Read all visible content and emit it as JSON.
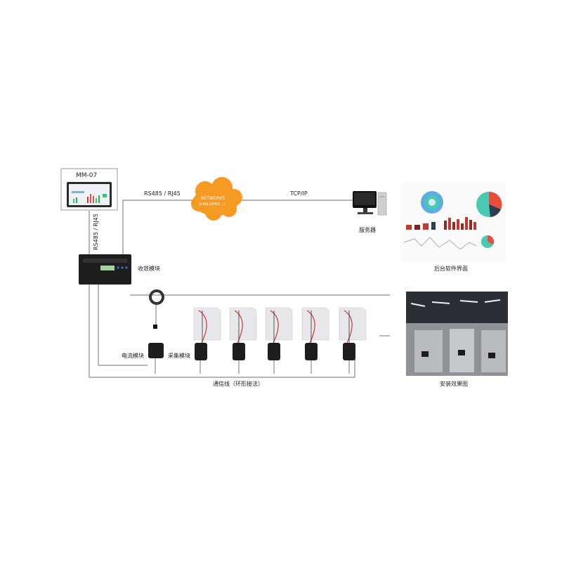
{
  "monitor": {
    "model_label": "MM-07"
  },
  "links": {
    "rs485_horizontal": "RS485 / RJ45",
    "rs485_vertical": "RS485 / RJ45",
    "tcp": "TCP/IP"
  },
  "network": {
    "line1": "NETWORKS",
    "line2": "(LAN,GPRS...)"
  },
  "labels": {
    "server": "服务器",
    "collector": "收敛模块",
    "backend": "后台软件界面",
    "current_module": "电流模块",
    "acquisition_module": "采集模块",
    "comm_line": "通信线（环形接法）",
    "install_effect": "安装效果图"
  },
  "colors": {
    "cloud": "#f59a23",
    "wire": "#8a8a8a",
    "battery_wire": "#d9342b",
    "device": "#1e1e1e"
  }
}
